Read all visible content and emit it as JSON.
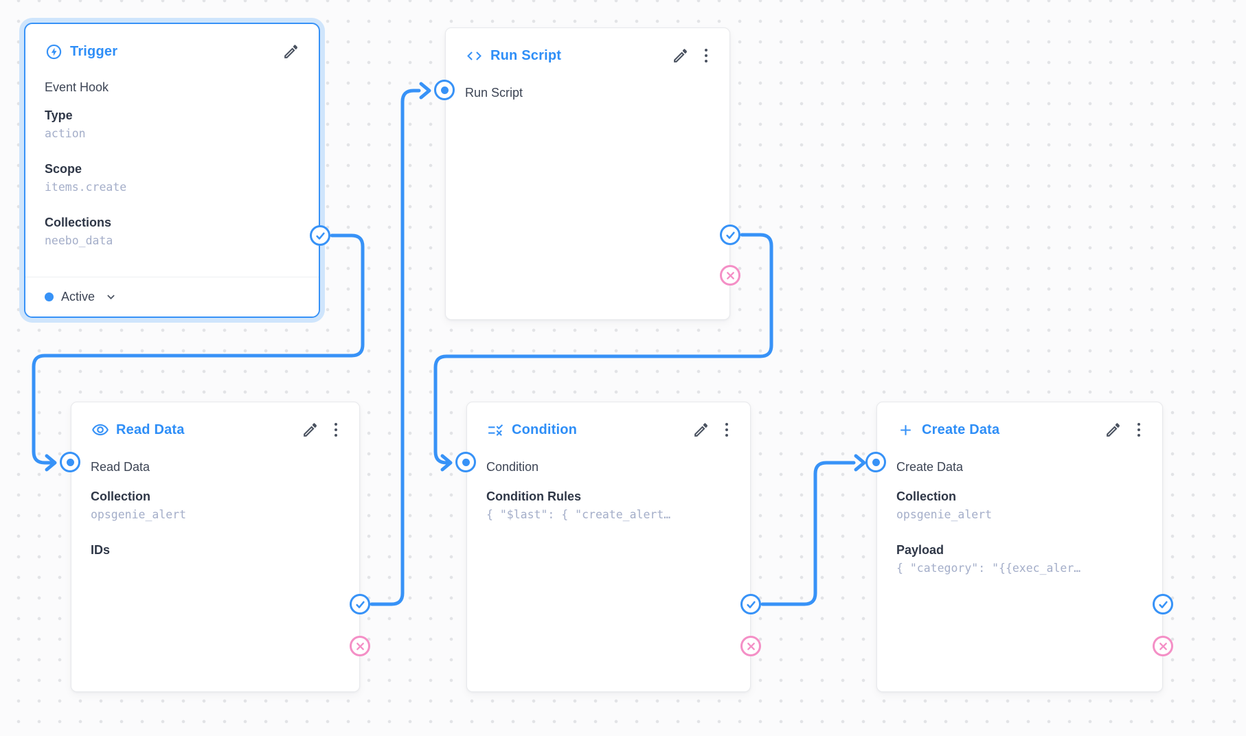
{
  "colors": {
    "accent": "#3792f7",
    "accent-text": "#2e8ef7",
    "reject": "#f48fc6",
    "card-border": "#e8e9ec",
    "label": "#3c4454",
    "label-strong": "#2f3747",
    "mono-value": "#a4aec9",
    "icon": "#4a5260",
    "halo": "#cfe5fc",
    "dot-grid": "#e2e3e6",
    "bg": "#fbfbfc"
  },
  "nodes": {
    "trigger": {
      "title": "Trigger",
      "trigger_type": "Event Hook",
      "fields": [
        {
          "label": "Type",
          "value": "action"
        },
        {
          "label": "Scope",
          "value": "items.create"
        },
        {
          "label": "Collections",
          "value": "neebo_data"
        }
      ],
      "status": "Active"
    },
    "run_script": {
      "title": "Run Script",
      "input_label": "Run Script"
    },
    "read_data": {
      "title": "Read Data",
      "input_label": "Read Data",
      "fields": [
        {
          "label": "Collection",
          "value": "opsgenie_alert"
        },
        {
          "label": "IDs",
          "value": ""
        }
      ]
    },
    "condition": {
      "title": "Condition",
      "input_label": "Condition",
      "fields": [
        {
          "label": "Condition Rules",
          "value": "{ \"$last\": { \"create_alert…"
        }
      ]
    },
    "create_data": {
      "title": "Create Data",
      "input_label": "Create Data",
      "fields": [
        {
          "label": "Collection",
          "value": "opsgenie_alert"
        },
        {
          "label": "Payload",
          "value": "{ \"category\": \"{{exec_aler…"
        }
      ]
    }
  }
}
